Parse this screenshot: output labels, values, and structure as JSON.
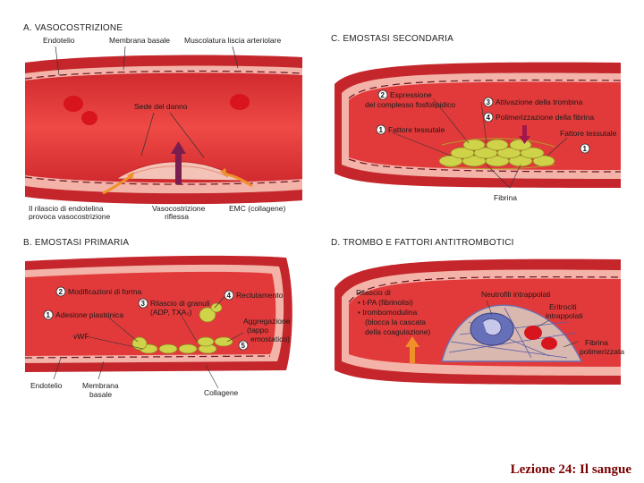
{
  "panels": {
    "a": {
      "title": "A. VASOCOSTRIZIONE",
      "labels": {
        "endotelio": "Endotelio",
        "membrana": "Membrana basale",
        "muscolatura": "Muscolatura liscia arteriolare",
        "sede": "Sede del danno",
        "rilascio1": "Il rilascio di endotelina",
        "rilascio2": "provoca vasocostrizione",
        "vaso1": "Vasocostrizione",
        "vaso2": "riflessa",
        "emc": "EMC (collagene)"
      }
    },
    "b": {
      "title": "B. EMOSTASI PRIMARIA",
      "labels": {
        "n1": "1",
        "adesione": "Adesione piastrinica",
        "n2": "2",
        "modificazioni": "Modificazioni di forma",
        "n3": "3",
        "rilascio1": "Rilascio di granuli",
        "rilascio2": "(ADP, TXA₂)",
        "n4": "4",
        "reclutamento": "Reclutamento",
        "vwf": "vWF",
        "aggregazione1": "Aggregazione",
        "aggregazione2": "(tappo",
        "aggregazione3": "emostatico)",
        "n5": "5",
        "endotelio": "Endotelio",
        "membrana1": "Membrana",
        "membrana2": "basale",
        "collagene": "Collagene"
      }
    },
    "c": {
      "title": "C. EMOSTASI SECONDARIA",
      "labels": {
        "n2": "2",
        "espressione1": "Espressione",
        "espressione2": "del complesso fosfolipidico",
        "n3": "3",
        "attivazione": "Attivazione della trombina",
        "n4": "4",
        "polimerizzazione": "Polimerizzazione della fibrina",
        "n1a": "1",
        "fattore_a": "Fattore tessutale",
        "fattore_b": "Fattore tessutale",
        "n1b": "1",
        "fibrina": "Fibrina"
      }
    },
    "d": {
      "title": "D. TROMBO E FATTORI ANTITROMBOTICI",
      "labels": {
        "rilascio": "Rilascio di",
        "tpa": "• t-PA (fibrinolisi)",
        "trombomodulina": "• trombomodulina",
        "blocca1": "(blocca la cascata",
        "blocca2": "della coagulazione)",
        "neutrofili": "Neutrofili intrappolati",
        "eritrociti1": "Eritrociti",
        "eritrociti2": "intrappolati",
        "fibrina1": "Fibrina",
        "fibrina2": "polimerizzata"
      }
    }
  },
  "footer": "Lezione 24: Il sangue",
  "colors": {
    "lumen": "#e23a3a",
    "wall": "#c4262b",
    "wall_light": "#f3b3a8",
    "platelet": "#cfd34a",
    "fibrin": "#b59a2a",
    "arrow_orange": "#f0902a",
    "arrow_purple": "#7a1d4f",
    "footer": "#7a0000"
  }
}
